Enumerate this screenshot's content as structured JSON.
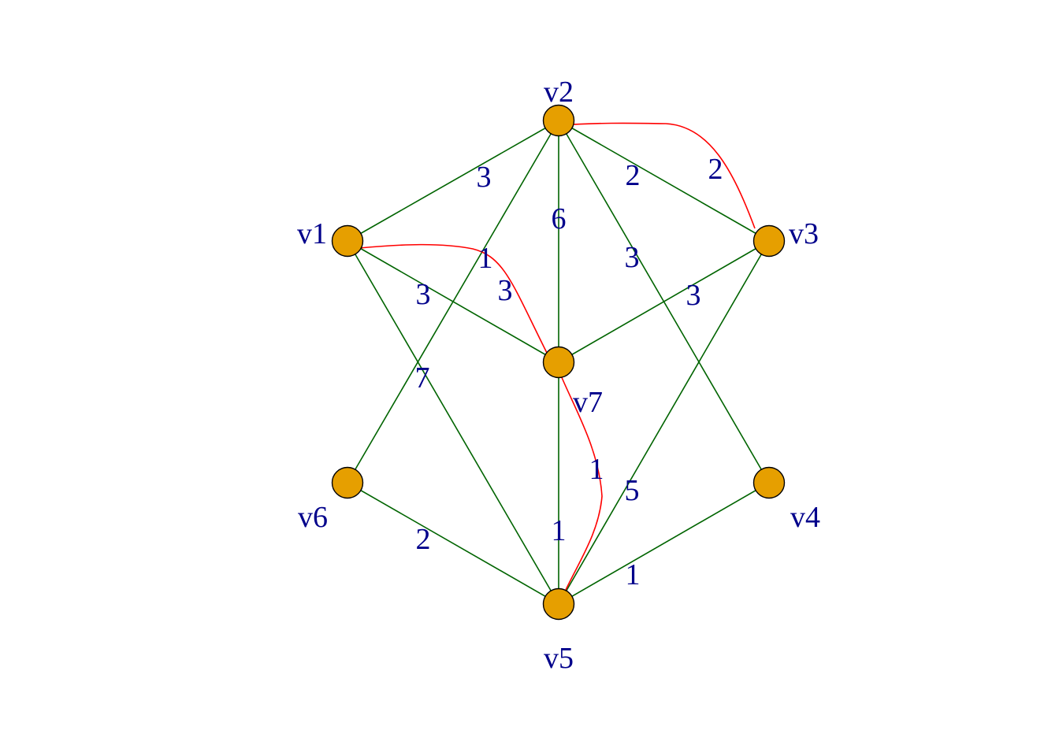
{
  "graph": {
    "colors": {
      "background": "#ffffff",
      "vertex_fill": "#E69F00",
      "vertex_stroke": "#000000",
      "edge": "#006400",
      "highlight_edge": "#FF0000",
      "label": "#00008B"
    },
    "vertices": [
      {
        "id": "v1",
        "label": "v1"
      },
      {
        "id": "v2",
        "label": "v2"
      },
      {
        "id": "v3",
        "label": "v3"
      },
      {
        "id": "v4",
        "label": "v4"
      },
      {
        "id": "v5",
        "label": "v5"
      },
      {
        "id": "v6",
        "label": "v6"
      },
      {
        "id": "v7",
        "label": "v7"
      }
    ],
    "edges": [
      {
        "from": "v1",
        "to": "v2",
        "weight": "3"
      },
      {
        "from": "v2",
        "to": "v6",
        "weight": "1"
      },
      {
        "from": "v2",
        "to": "v7",
        "weight": "6"
      },
      {
        "from": "v2",
        "to": "v3",
        "weight": "2"
      },
      {
        "from": "v2",
        "to": "v4",
        "weight": "3"
      },
      {
        "from": "v1",
        "to": "v7",
        "weight": "3"
      },
      {
        "from": "v3",
        "to": "v7",
        "weight": "3"
      },
      {
        "from": "v1",
        "to": "v5",
        "weight": "7"
      },
      {
        "from": "v7",
        "to": "v5",
        "weight": "1"
      },
      {
        "from": "v3",
        "to": "v5",
        "weight": "5"
      },
      {
        "from": "v6",
        "to": "v5",
        "weight": "2"
      },
      {
        "from": "v4",
        "to": "v5",
        "weight": "1"
      }
    ],
    "highlighted_edges": [
      {
        "from": "v2",
        "to": "v3",
        "weight": "2"
      },
      {
        "from": "v1",
        "to": "v7",
        "weight": "3"
      },
      {
        "from": "v7",
        "to": "v5",
        "weight": "1"
      }
    ]
  }
}
